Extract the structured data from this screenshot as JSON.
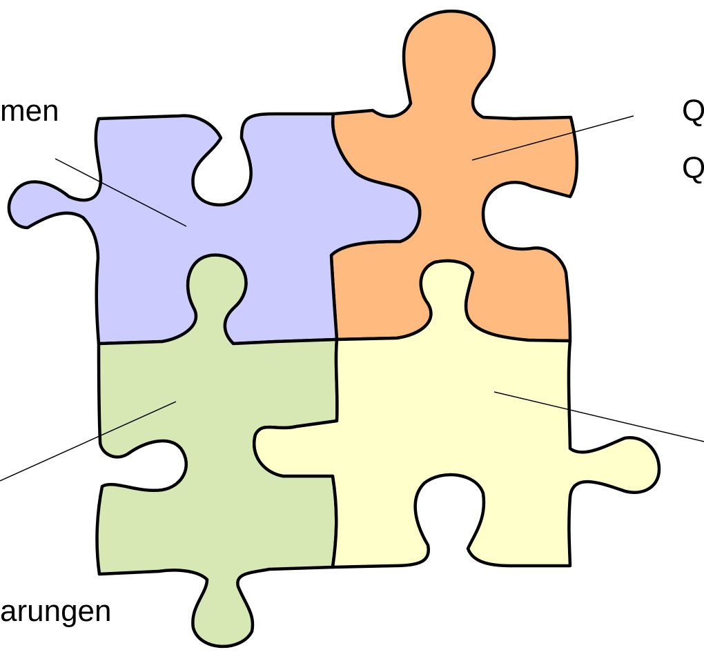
{
  "labels": {
    "top_left": "men",
    "top_right_line1": "Q",
    "top_right_line2": "Q",
    "bottom_left": "arungen"
  },
  "pieces": [
    {
      "id": "blue",
      "color": "#CCCCFF"
    },
    {
      "id": "orange",
      "color": "#FFBB7F"
    },
    {
      "id": "green",
      "color": "#D8E8B5"
    },
    {
      "id": "yellow",
      "color": "#FFFFCC"
    }
  ]
}
